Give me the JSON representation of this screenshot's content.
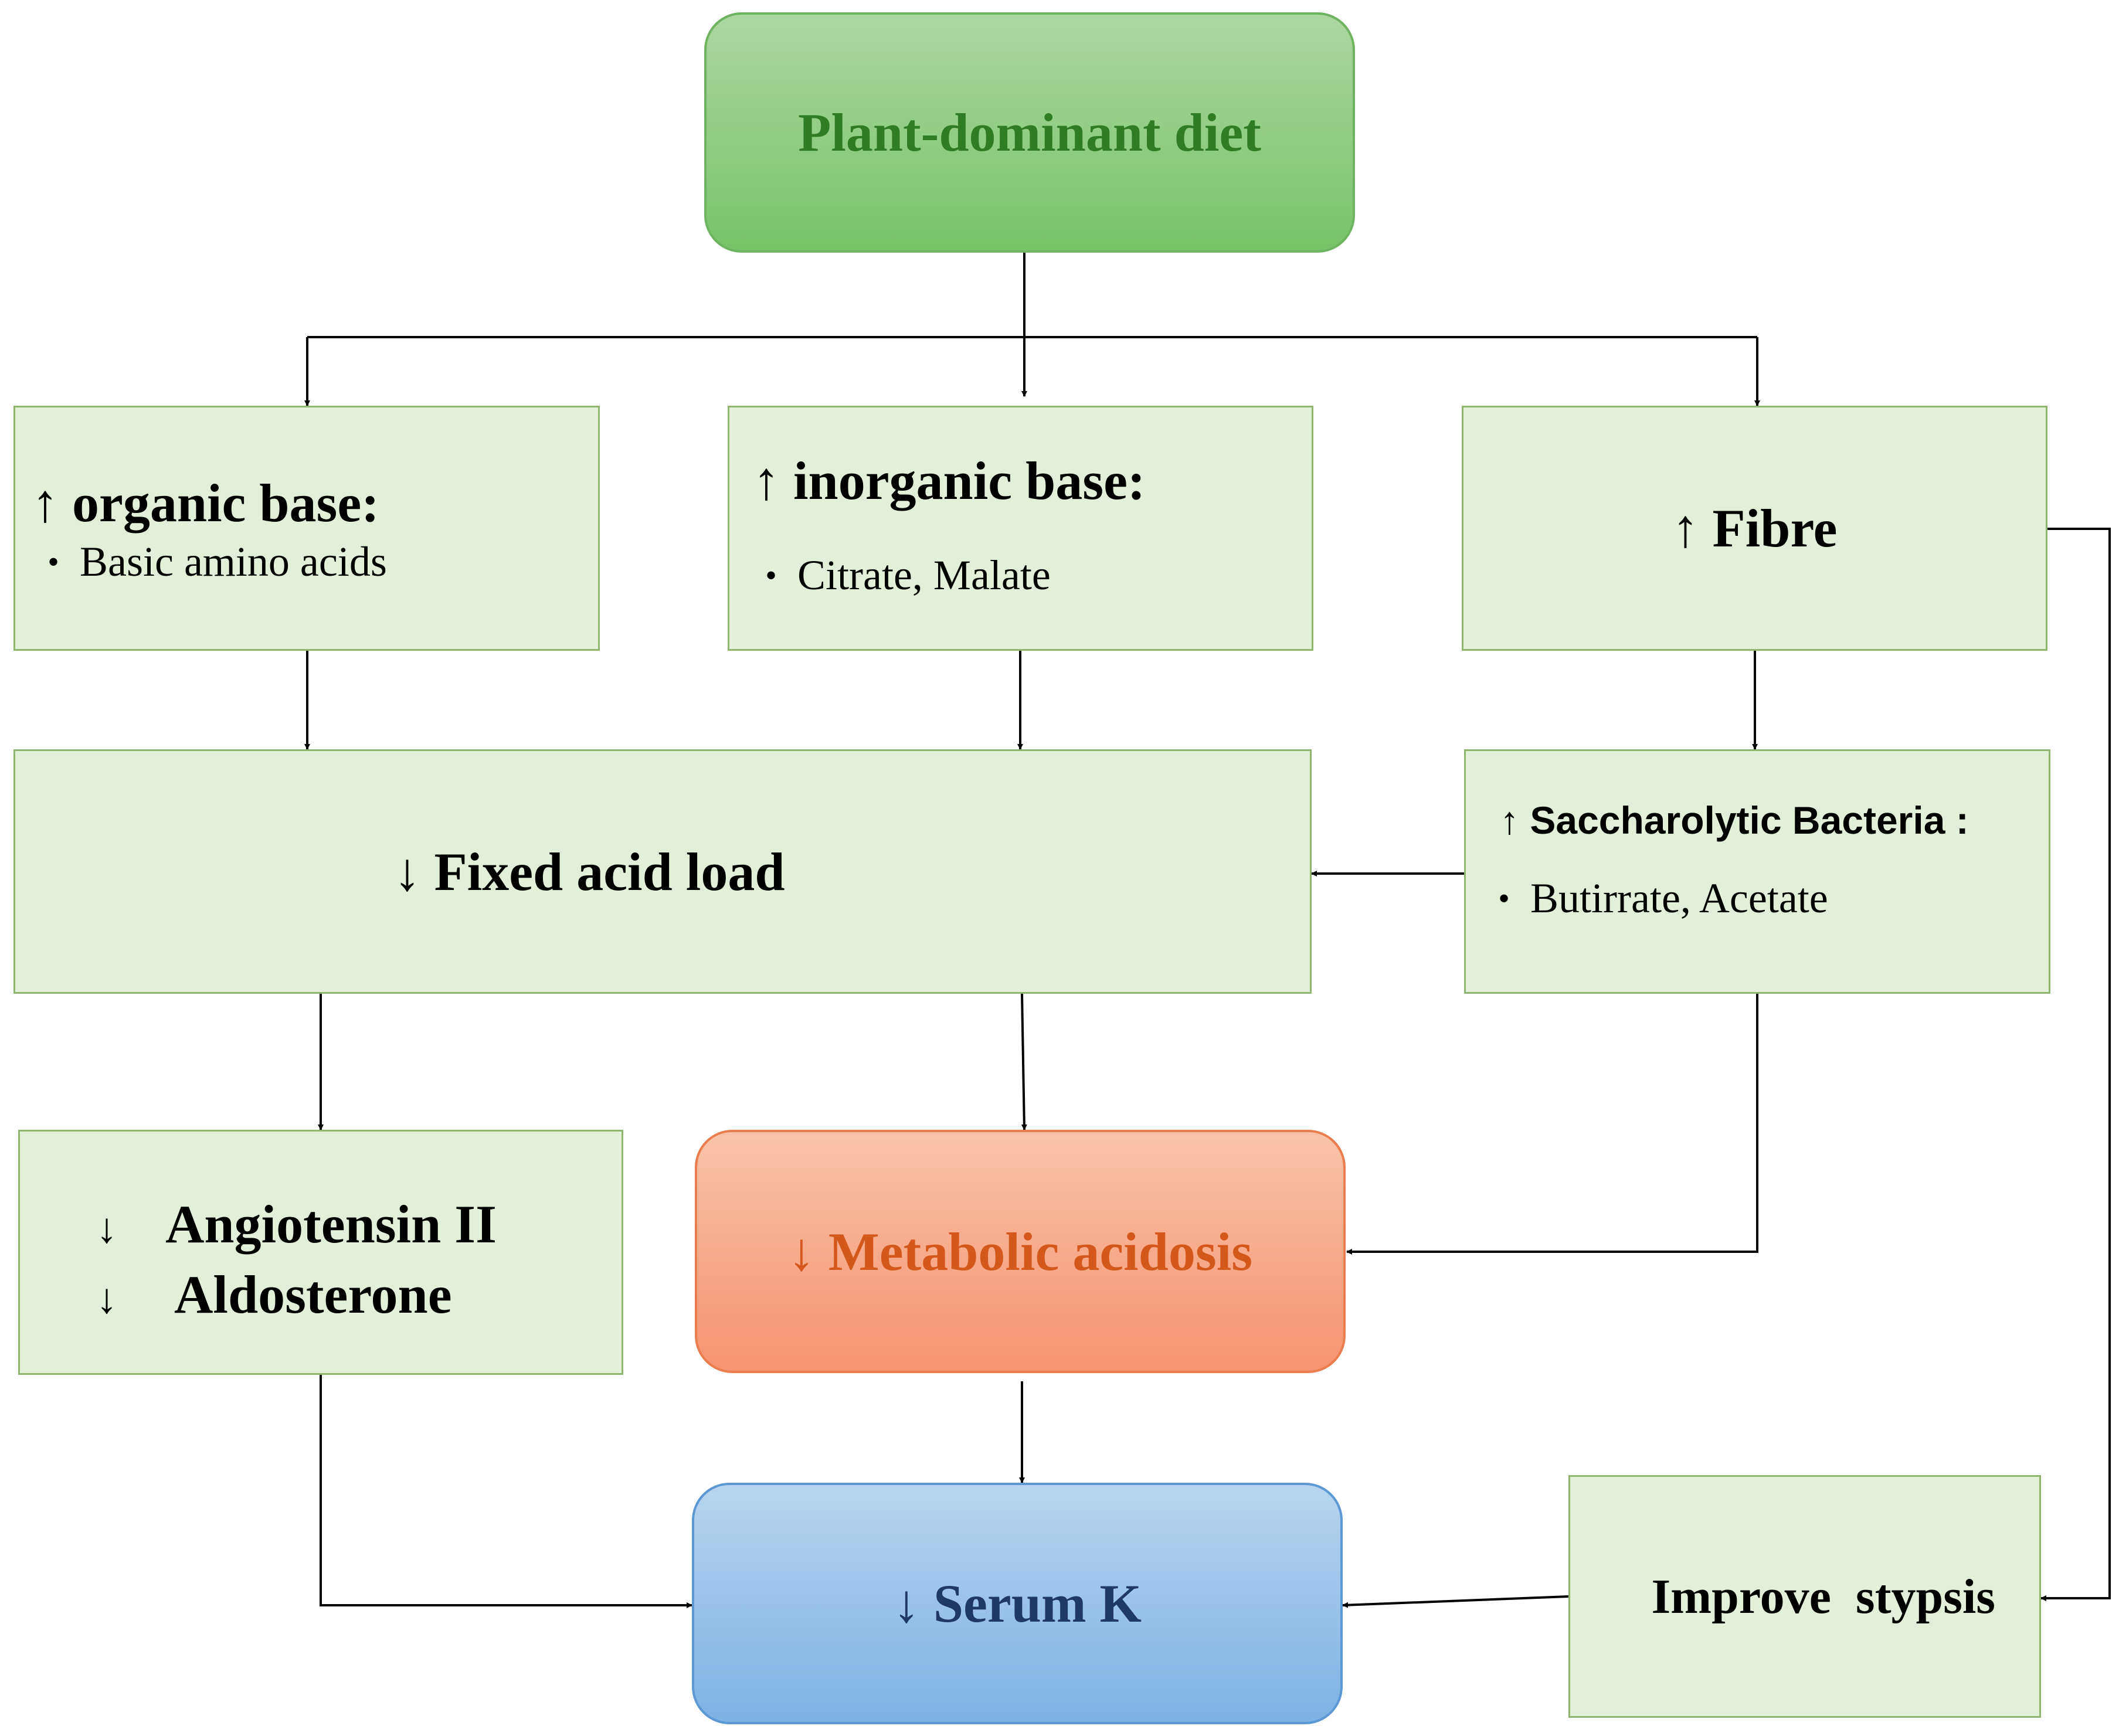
{
  "nodes": {
    "diet": {
      "label": "Plant-dominant diet",
      "color": "#2e7d22"
    },
    "organic": {
      "arrow": "↑",
      "title": "organic base:",
      "bullet": "Basic amino acids"
    },
    "inorganic": {
      "arrow": "↑",
      "title": "inorganic base:",
      "bullet": "Citrate, Malate"
    },
    "fibre": {
      "arrow": "↑",
      "title": "Fibre"
    },
    "fixed_acid": {
      "arrow": "↓",
      "title": "Fixed acid load"
    },
    "bacteria": {
      "arrow": "↑",
      "title": "Saccharolytic Bacteria :",
      "bullet": "Butirrate, Acetate"
    },
    "hormones": {
      "lines": [
        {
          "arrow": "↓",
          "text": "Angiotensin II"
        },
        {
          "arrow": "↓",
          "text": "Aldosterone"
        }
      ]
    },
    "acidosis": {
      "arrow": "↓",
      "label": "Metabolic acidosis",
      "color": "#d4581b"
    },
    "serum": {
      "arrow": "↓",
      "label": "Serum K",
      "color": "#1f3864"
    },
    "stypsis": {
      "label": "Improve  stypsis"
    }
  },
  "bullet_symbol": "•"
}
